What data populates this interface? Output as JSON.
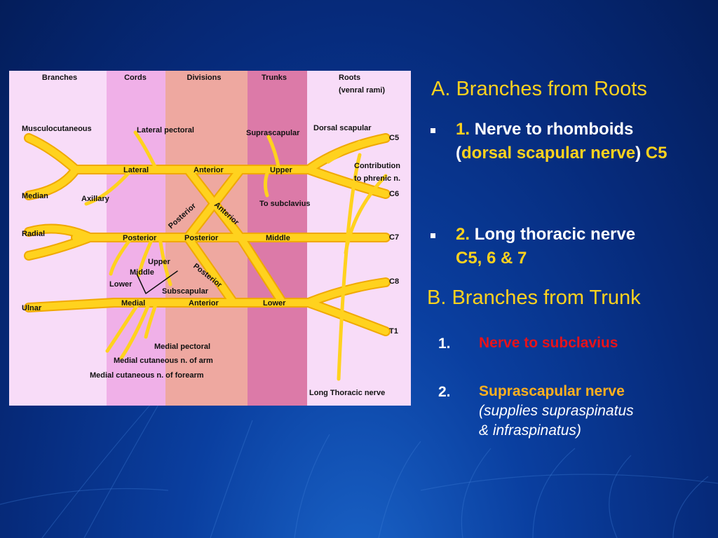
{
  "section_a": {
    "heading": "A. Branches from Roots",
    "items": [
      {
        "num": "1.",
        "text_a": "Nerve to rhomboids (",
        "highlight": "dorsal scapular nerve",
        "text_b": ")",
        "roots": "C5"
      },
      {
        "num": "2.",
        "text_a": "Long thoracic nerve",
        "roots": "C5, 6 & 7"
      }
    ]
  },
  "section_b": {
    "heading": "B. Branches from Trunk",
    "items": [
      {
        "num": "1.",
        "text": "Nerve to subclavius"
      },
      {
        "num": "2.",
        "text": "Suprascapular nerve",
        "note_1": "(supplies supraspinatus",
        "note_2": "& infraspinatus)"
      }
    ]
  },
  "diagram": {
    "columns": [
      "Branches",
      "Cords",
      "Divisions",
      "Trunks",
      "Roots"
    ],
    "roots_sub": "(venral rami)",
    "roots": [
      "C5",
      "C6",
      "C7",
      "C8",
      "T1"
    ],
    "trunks": [
      "Upper",
      "Middle",
      "Lower"
    ],
    "divisions": [
      "Anterior",
      "Posterior",
      "Anterior",
      "Posterior",
      "Anterior",
      "Posterior"
    ],
    "cords": [
      "Lateral",
      "Posterior",
      "Medial"
    ],
    "branches": [
      "Musculocutaneous",
      "Median",
      "Axillary",
      "Radial",
      "Ulnar"
    ],
    "other_labels": {
      "lateral_pectoral": "Lateral pectoral",
      "suprascapular": "Suprascapular",
      "dorsal_scapular": "Dorsal scapular",
      "phrenic_1": "Contribution",
      "phrenic_2": "to phrenic n.",
      "to_subclavius": "To subclavius",
      "upper": "Upper",
      "middle": "Middle",
      "lower": "Lower",
      "subscapular": "Subscapular",
      "medial_pectoral": "Medial pectoral",
      "med_cut_arm": "Medial cutaneous n. of arm",
      "med_cut_forearm": "Medial cutaneous n. of forearm",
      "long_thoracic": "Long Thoracic nerve"
    }
  },
  "colors": {
    "heading": "#ffd21e",
    "nerve": "#ffd21e",
    "nerve_edge": "#f0a800",
    "cord_band": "#f0b0e8",
    "division_band": "#eea8a0",
    "trunk_band": "#dc7aa8",
    "diagram_bg": "#f8dcf8",
    "red": "#e8121a",
    "orange": "#ffb01e"
  }
}
